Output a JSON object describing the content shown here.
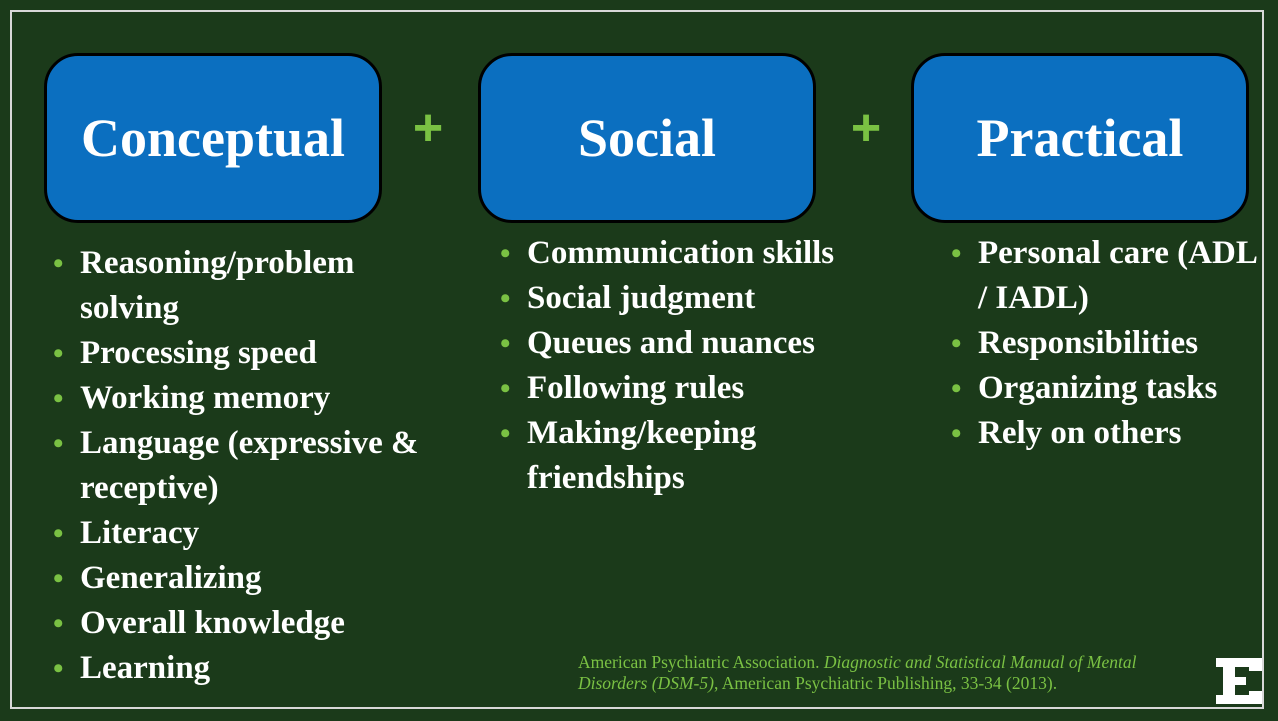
{
  "columns": [
    {
      "title": "Conceptual",
      "items": [
        "Reasoning/problem solving",
        "Processing speed",
        "Working memory",
        "Language (expressive & receptive)",
        "Literacy",
        "Generalizing",
        "Overall knowledge",
        "Learning"
      ]
    },
    {
      "title": "Social",
      "items": [
        "Communication skills",
        "Social judgment",
        "Queues and nuances",
        "Following rules",
        "Making/keeping friendships"
      ]
    },
    {
      "title": "Practical",
      "items": [
        "Personal care (ADL / IADL)",
        "Responsibilities",
        "Organizing tasks",
        "Rely on others"
      ]
    }
  ],
  "operators": [
    "+",
    "+"
  ],
  "citation": {
    "prefix": "American Psychiatric Association. ",
    "title": "Diagnostic and Statistical Manual of Mental Disorders (DSM-5)",
    "suffix": ", American Psychiatric Publishing, 33-34 (2013)."
  },
  "logo": {
    "letter": "E",
    "icon": "block-e-logo"
  },
  "colors": {
    "background": "#1b3a1a",
    "box": "#0b6fc0",
    "accent": "#7ac143",
    "text": "#ffffff"
  }
}
